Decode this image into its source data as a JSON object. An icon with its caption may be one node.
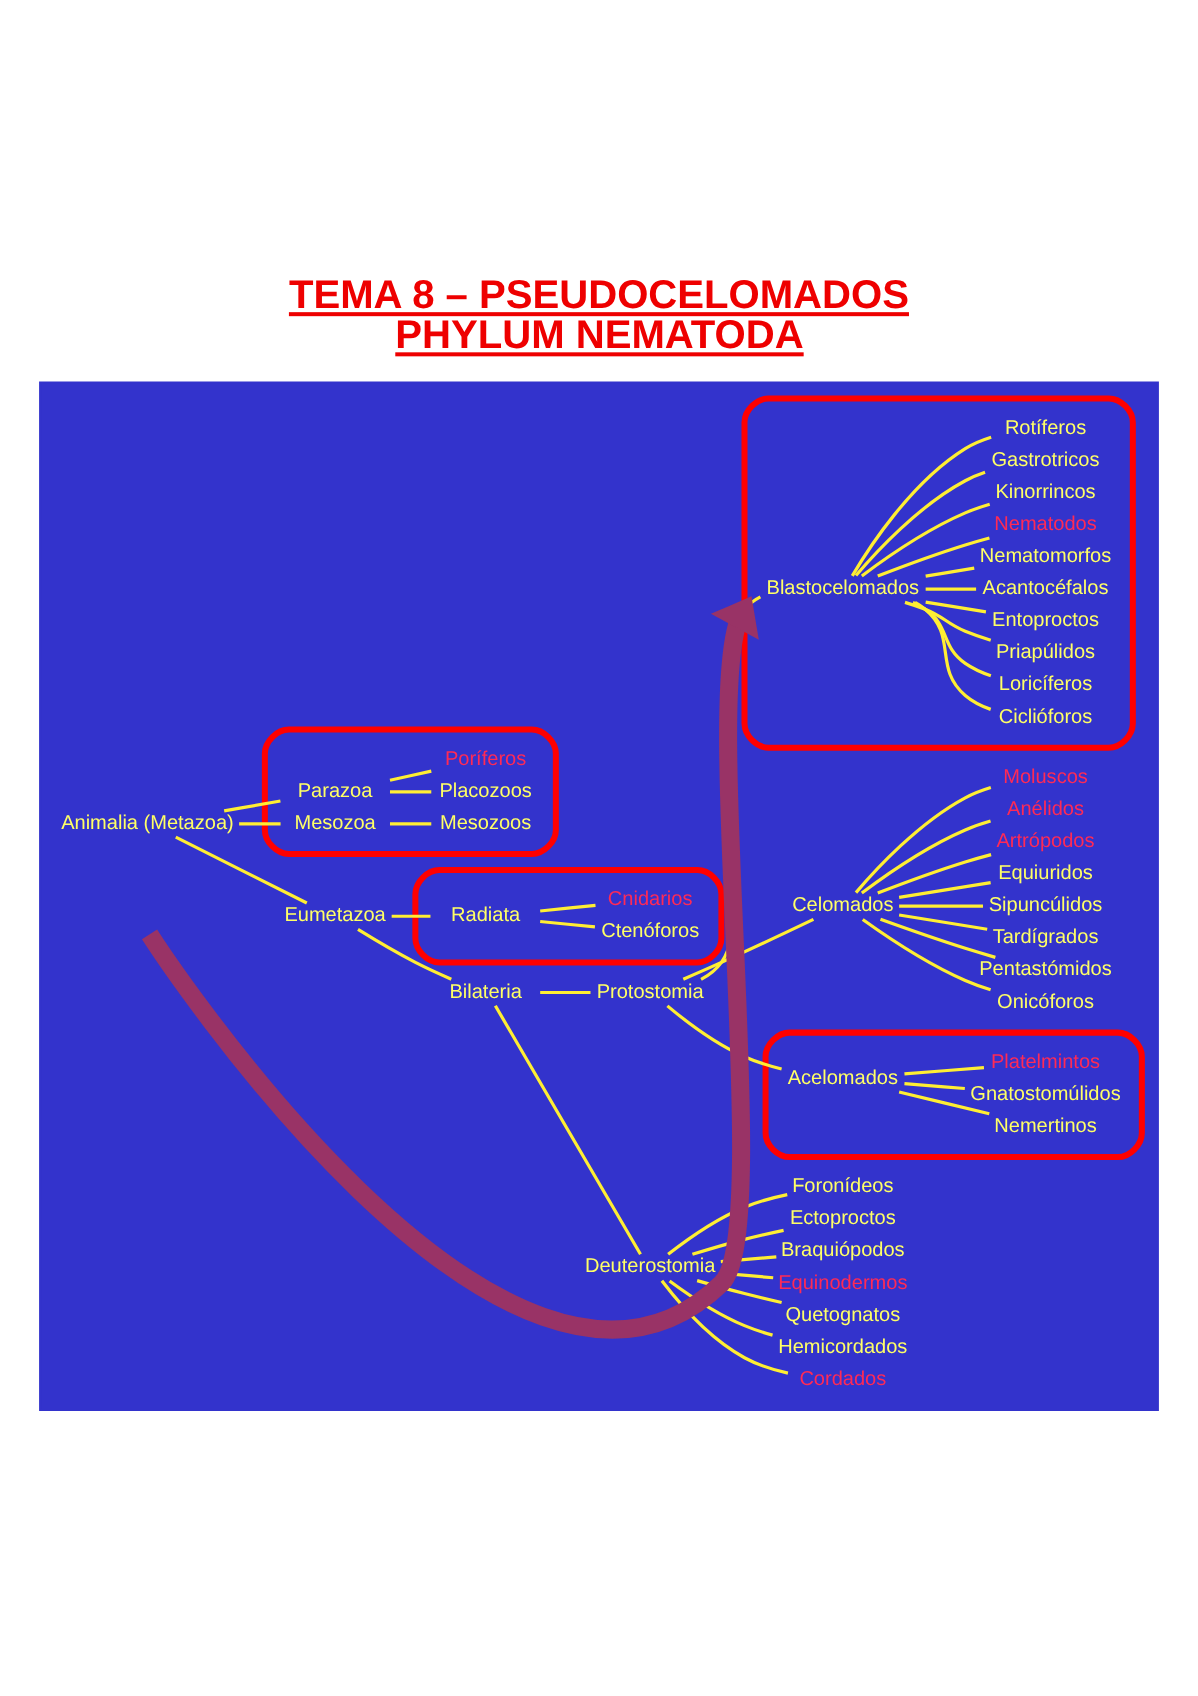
{
  "diagram": {
    "title": "TEMA 8 – PSEUDOCELOMADOS PHYLUM NEMATODA",
    "nodes": [
      {
        "text": [],
        "shape": "box"
      },
      {
        "text": [
          "Animalia (Metazoa)"
        ],
        "in": 0
      },
      {
        "text": [],
        "shape": "ellipse",
        "in": 0
      },
      {
        "text": [
          "Parazoa"
        ],
        "in": 2
      },
      {
        "text": [
          "Poríferos"
        ],
        "in": 2
      },
      {
        "text": [
          "Placozoos"
        ],
        "in": 2
      },
      {
        "text": [
          "Mesozoa"
        ],
        "in": 2
      },
      {
        "text": [
          "Mesozoos"
        ],
        "in": 2
      },
      {
        "text": [
          "Eumetazoa"
        ],
        "in": 0
      },
      {
        "text": [],
        "shape": "ellipse",
        "in": 0
      },
      {
        "text": [
          "Radiata"
        ],
        "in": 9
      },
      {
        "text": [
          "Cnidarios"
        ],
        "in": 9
      },
      {
        "text": [
          "Ctenóforos"
        ],
        "in": 9
      },
      {
        "text": [
          "Bilateria"
        ],
        "in": 0
      },
      {
        "text": [
          "Protostomia"
        ],
        "in": 0
      },
      {
        "text": [],
        "shape": "ellipse",
        "in": 0
      },
      {
        "text": [
          "Acelomados"
        ],
        "in": 15
      },
      {
        "text": [
          "Platelmintos"
        ],
        "in": 15
      },
      {
        "text": [
          "Gnatostomúlidos"
        ],
        "in": 15
      },
      {
        "text": [
          "Nemertinos"
        ],
        "in": 15
      },
      {
        "text": [],
        "shape": "ellipse",
        "in": 0
      },
      {
        "text": [
          "Blastocelomados"
        ],
        "in": 20
      },
      {
        "text": [
          "Rotíferos"
        ],
        "in": 20
      },
      {
        "text": [
          "Gastrotricos"
        ],
        "in": 20
      },
      {
        "text": [
          "Kinorrincos"
        ],
        "in": 20
      },
      {
        "text": [
          "Nematodos"
        ],
        "in": 20
      },
      {
        "text": [
          "Nematomorfos"
        ],
        "in": 20
      },
      {
        "text": [
          "Acantocéfalos"
        ],
        "in": 20
      },
      {
        "text": [
          "Entoproctos"
        ],
        "in": 20
      },
      {
        "text": [
          "Priapúlidos"
        ],
        "in": 20
      },
      {
        "text": [
          "Loricíferos"
        ],
        "in": 20
      },
      {
        "text": [
          "Ciclióforos"
        ],
        "in": 20
      },
      {
        "text": [
          "Celomados"
        ],
        "in": 0
      },
      {
        "text": [
          "Moluscos"
        ],
        "in": 0
      },
      {
        "text": [
          "Anélidos"
        ],
        "in": 0
      },
      {
        "text": [
          "Artrópodos"
        ],
        "in": 0
      },
      {
        "text": [
          "Equiuridos"
        ],
        "in": 0
      },
      {
        "text": [
          "Sipuncúlidos"
        ],
        "in": 0
      },
      {
        "text": [
          "Tardígrados"
        ],
        "in": 0
      },
      {
        "text": [
          "Pentastómidos"
        ],
        "in": 0
      },
      {
        "text": [
          "Onicóforos"
        ],
        "in": 0
      },
      {
        "text": [
          "Deuterostomia"
        ],
        "in": 0
      },
      {
        "text": [
          "Foronídeos"
        ],
        "in": 0
      },
      {
        "text": [
          "Ectoproctos"
        ],
        "in": 0
      },
      {
        "text": [
          "Braquiópodos"
        ],
        "in": 0
      },
      {
        "text": [
          "Equinodermos"
        ],
        "in": 0
      },
      {
        "text": [
          "Quetognatos"
        ],
        "in": 0
      },
      {
        "text": [
          "Hemicordados"
        ],
        "in": 0
      },
      {
        "text": [
          "Cordados"
        ],
        "in": 0
      }
    ],
    "edges": [
      {
        "from": null,
        "to": 20,
        "arrow": "to",
        "style": "thick",
        "color": "#993366"
      },
      {
        "from": 41,
        "to": 48,
        "arrow": "none"
      },
      {
        "from": 41,
        "to": 47,
        "arrow": "none"
      },
      {
        "from": 41,
        "to": 46,
        "arrow": "none"
      },
      {
        "from": 41,
        "to": 45,
        "arrow": "none"
      },
      {
        "from": 41,
        "to": 44,
        "arrow": "none"
      },
      {
        "from": 41,
        "to": 43,
        "arrow": "none"
      },
      {
        "from": 41,
        "to": 42,
        "arrow": "none"
      },
      {
        "from": 32,
        "to": 40,
        "arrow": "none"
      },
      {
        "from": 32,
        "to": 39,
        "arrow": "none"
      },
      {
        "from": 32,
        "to": 38,
        "arrow": "none"
      },
      {
        "from": 32,
        "to": 37,
        "arrow": "none"
      },
      {
        "from": 32,
        "to": 36,
        "arrow": "none"
      },
      {
        "from": 32,
        "to": 35,
        "arrow": "none"
      },
      {
        "from": 32,
        "to": 34,
        "arrow": "none"
      },
      {
        "from": 32,
        "to": 33,
        "arrow": "none"
      },
      {
        "from": 21,
        "to": 31,
        "arrow": "none"
      },
      {
        "from": 21,
        "to": 30,
        "arrow": "none"
      },
      {
        "from": 21,
        "to": 29,
        "arrow": "none"
      },
      {
        "from": 21,
        "to": 28,
        "arrow": "none"
      },
      {
        "from": 21,
        "to": 27,
        "arrow": "none"
      },
      {
        "from": 21,
        "to": 26,
        "arrow": "none"
      },
      {
        "from": 21,
        "to": 25,
        "arrow": "none"
      },
      {
        "from": 21,
        "to": 24,
        "arrow": "none"
      },
      {
        "from": 21,
        "to": 23,
        "arrow": "none"
      },
      {
        "from": 21,
        "to": 22,
        "arrow": "none"
      },
      {
        "from": 16,
        "to": 19,
        "arrow": "none"
      },
      {
        "from": 16,
        "to": 18,
        "arrow": "none"
      },
      {
        "from": 16,
        "to": 17,
        "arrow": "none"
      },
      {
        "from": 14,
        "to": 32,
        "arrow": "none"
      },
      {
        "from": 14,
        "to": 21,
        "arrow": "none"
      },
      {
        "from": 14,
        "to": 16,
        "arrow": "none"
      },
      {
        "from": 13,
        "to": 41,
        "arrow": "none"
      },
      {
        "from": 13,
        "to": 14,
        "arrow": "none"
      },
      {
        "from": 10,
        "to": 12,
        "arrow": "none"
      },
      {
        "from": 10,
        "to": 11,
        "arrow": "none"
      },
      {
        "from": 8,
        "to": 13,
        "arrow": "none"
      },
      {
        "from": 8,
        "to": 10,
        "arrow": "none"
      },
      {
        "from": 6,
        "to": 7,
        "arrow": "none"
      },
      {
        "from": 3,
        "to": 5,
        "arrow": "none"
      },
      {
        "from": 3,
        "to": 4,
        "arrow": "none"
      },
      {
        "from": 1,
        "to": 8,
        "arrow": "none"
      },
      {
        "from": 1,
        "to": 6,
        "arrow": "none"
      },
      {
        "from": 1,
        "to": 3,
        "arrow": "none"
      }
    ]
  }
}
